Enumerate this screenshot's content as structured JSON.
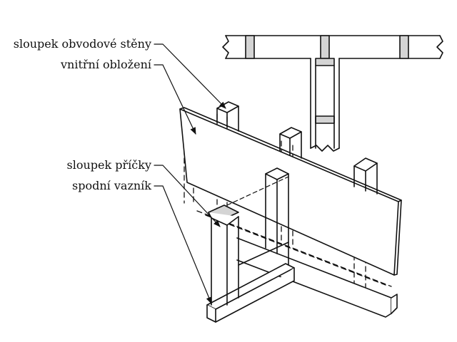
{
  "labels": {
    "exterior_wall_stud": "sloupek obvodové stěny",
    "interior_sheathing": "vnitřní obložení",
    "partition_stud": "sloupek příčky",
    "bottom_plate": "spodní vazník"
  },
  "colors": {
    "line": "#111111",
    "stud_section": "#d4d4d4",
    "background": "#ffffff"
  }
}
